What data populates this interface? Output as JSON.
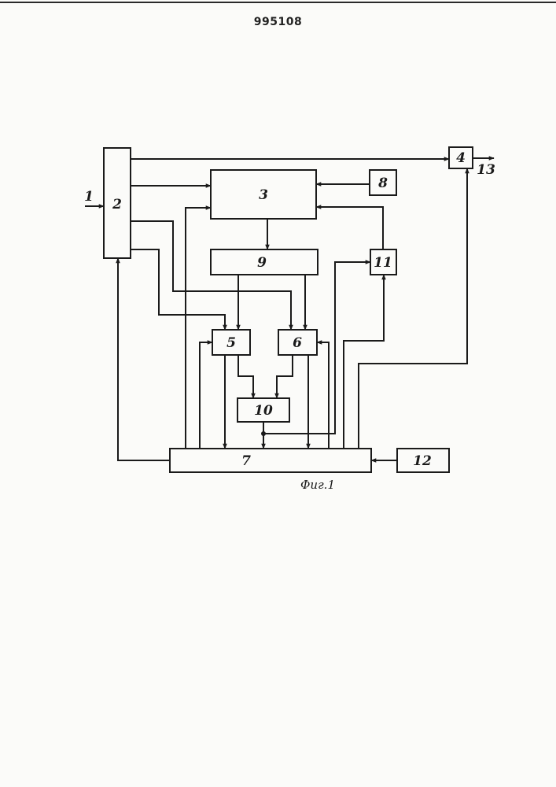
{
  "header": {
    "patent_number": "995108"
  },
  "diagram": {
    "blocks": [
      {
        "id": "b2",
        "label": "2"
      },
      {
        "id": "b3",
        "label": "3"
      },
      {
        "id": "b4",
        "label": "4"
      },
      {
        "id": "b5",
        "label": "5"
      },
      {
        "id": "b6",
        "label": "6"
      },
      {
        "id": "b7",
        "label": "7"
      },
      {
        "id": "b8",
        "label": "8"
      },
      {
        "id": "b9",
        "label": "9"
      },
      {
        "id": "b10",
        "label": "10"
      },
      {
        "id": "b11",
        "label": "11"
      },
      {
        "id": "b12",
        "label": "12"
      }
    ],
    "terminals": {
      "input": "1",
      "output": "13"
    },
    "caption": "Фиг.1"
  }
}
